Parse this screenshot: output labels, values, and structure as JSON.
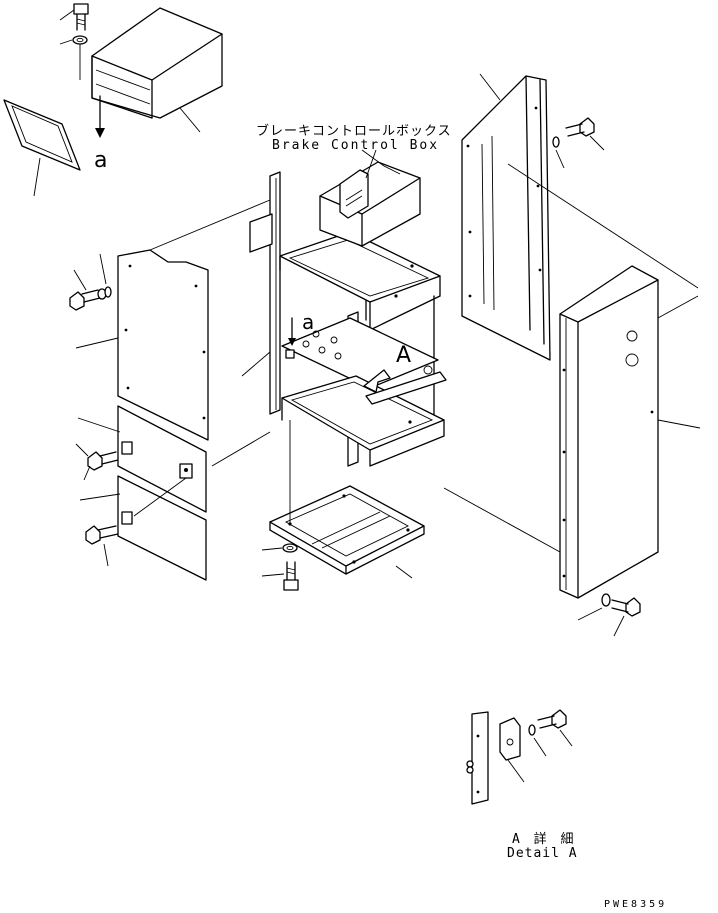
{
  "diagram": {
    "title_jp": "ブレーキコントロールボックス",
    "title_en": "Brake Control Box",
    "view_mark_small_1": "a",
    "view_mark_small_2": "a",
    "view_mark_large": "A",
    "detail_label_jp": "A 詳 細",
    "detail_label_en": "Detail A",
    "drawing_code": "PWE8359"
  }
}
